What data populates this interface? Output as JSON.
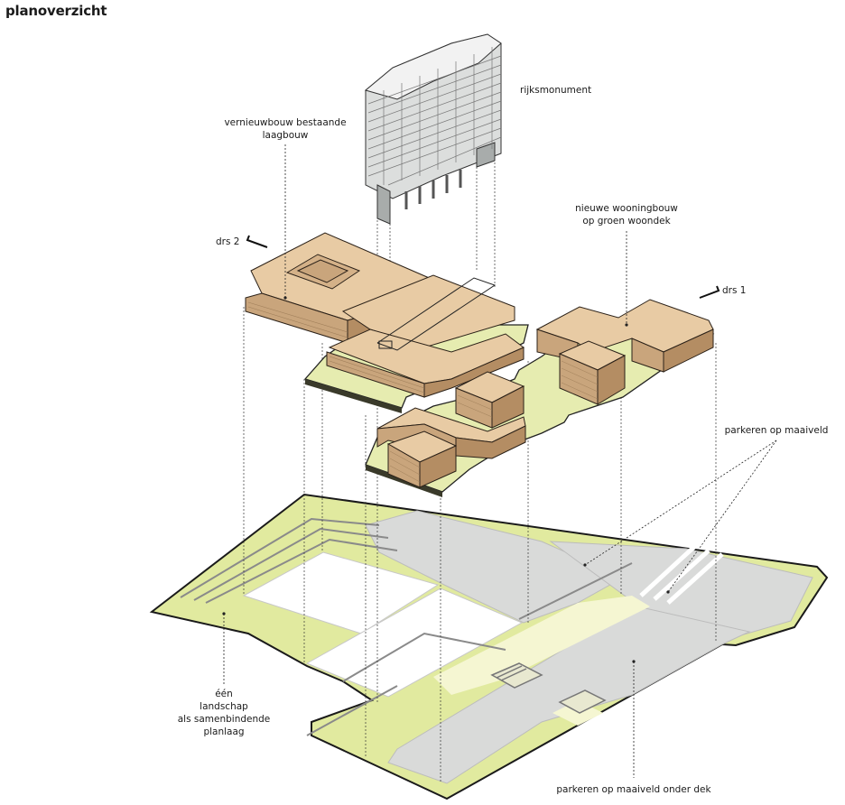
{
  "title": "planoverzicht",
  "labels": {
    "rijksmonument": "rijksmonument",
    "vernieuwbouw_line1": "vernieuwbouw bestaande",
    "vernieuwbouw_line2": "laagbouw",
    "nieuwe_line1": "nieuwe wooningbouw",
    "nieuwe_line2": "op groen woondek",
    "drs2": "drs 2",
    "drs1": "drs 1",
    "parkeren_maaiveld": "parkeren op maaiveld",
    "een_landschap_line1": "één",
    "een_landschap_line2": "landschap",
    "een_landschap_line3": "als samenbindende",
    "een_landschap_line4": "planlaag",
    "parkeren_onder_dek": "parkeren op maaiveld onder dek"
  },
  "colors": {
    "landscape_green": "#e1ea9f",
    "building_tan": "#e8cba4",
    "parking_grey": "#d9dad9",
    "tower_grey": "#dcdedd"
  },
  "icons": {
    "section_marker": "section-arrow-icon"
  }
}
